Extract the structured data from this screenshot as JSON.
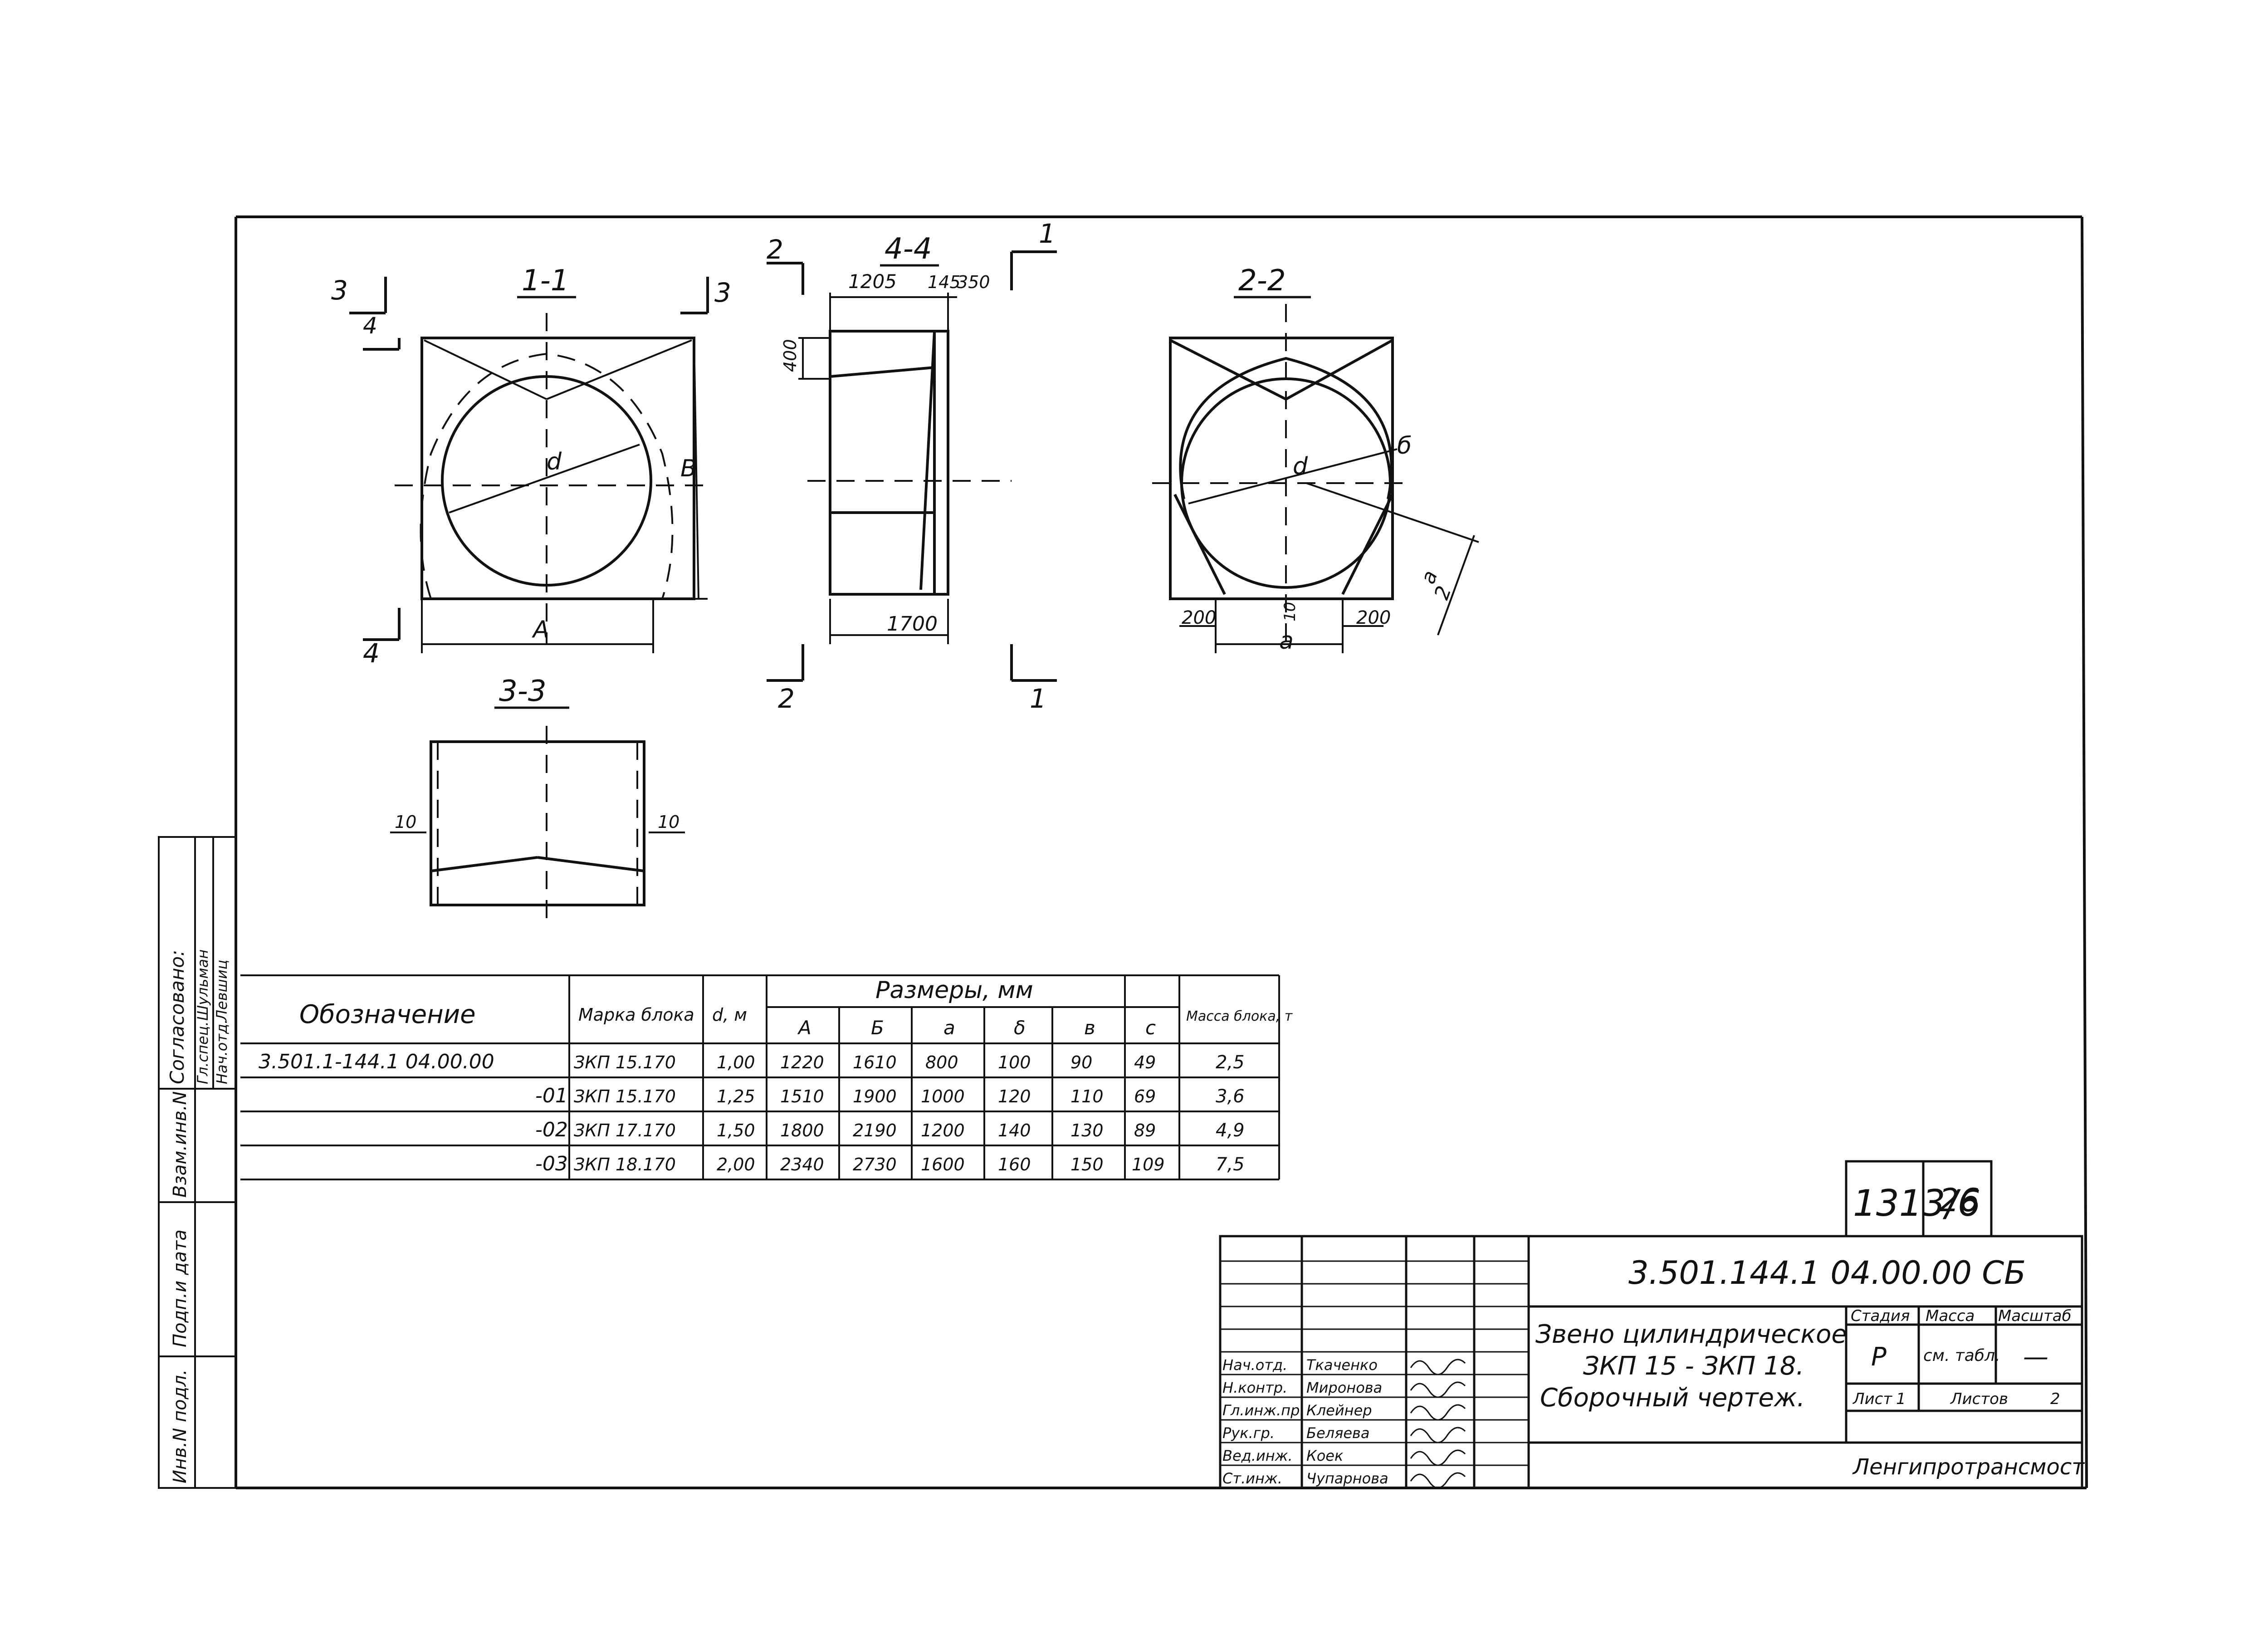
{
  "sections": {
    "s11": "1-1",
    "s44": "4-4",
    "s22": "2-2",
    "s33": "3-3"
  },
  "cut_marks": {
    "c3a": "3",
    "c3b": "3",
    "c4a": "4",
    "c4b": "4",
    "c2a": "2",
    "c2b": "2",
    "c1a": "1",
    "c1b": "1"
  },
  "dims": {
    "d_letter_1": "d",
    "A_letter": "A",
    "B_letter": "B",
    "d1205": "1205",
    "d145": "145",
    "d350": "350",
    "d400": "400",
    "d1700": "1700",
    "d_letter_2": "d",
    "delta_letter": "б",
    "a_letter": "a",
    "a_half": "a",
    "two": "2",
    "d10": "10",
    "d200a": "200",
    "d200b": "200",
    "c10a": "10",
    "c10b": "10"
  },
  "spec_table": {
    "headers": {
      "designation": "Обозначение",
      "mark": "Марка блока",
      "d": "d, м",
      "dims_group": "Размеры, мм",
      "A": "А",
      "B": "Б",
      "a": "a",
      "delta": "δ",
      "v": "в",
      "c": "с",
      "mass": "Масса блока, т"
    },
    "rows": [
      {
        "designation": "3.501.1-144.1  04.00.00",
        "mark": "ЗКП 15.170",
        "d": "1,00",
        "A": "1220",
        "B": "1610",
        "a": "800",
        "delta": "100",
        "v": "90",
        "c": "49",
        "mass": "2,5"
      },
      {
        "designation": "-01",
        "mark": "ЗКП 15.170",
        "d": "1,25",
        "A": "1510",
        "B": "1900",
        "a": "1000",
        "delta": "120",
        "v": "110",
        "c": "69",
        "mass": "3,6"
      },
      {
        "designation": "-02",
        "mark": "ЗКП 17.170",
        "d": "1,50",
        "A": "1800",
        "B": "2190",
        "a": "1200",
        "delta": "140",
        "v": "130",
        "c": "89",
        "mass": "4,9"
      },
      {
        "designation": "-03",
        "mark": "ЗКП 18.170",
        "d": "2,00",
        "A": "2340",
        "B": "2730",
        "a": "1600",
        "delta": "160",
        "v": "150",
        "c": "109",
        "mass": "7,5"
      }
    ]
  },
  "side_stamp": {
    "agreed": "Согласовано:",
    "role1": "Гл.спец.",
    "name1": "Шульман",
    "role2": "Нач.отд.",
    "name2": "Левшиц",
    "replaced": "Взам.инв.N",
    "sign_date": "Подп.и дата",
    "inv_no": "Инв.N подл."
  },
  "title_block": {
    "album_code": "1313/6",
    "page_no": "26",
    "doc_code": "3.501.144.1  04.00.00 СБ",
    "title_line1": "Звено цилиндрическое",
    "title_line2": "ЗКП 15 - ЗКП 18.",
    "title_line3": "Сборочный чертеж.",
    "stage_label": "Стадия",
    "mass_label": "Масса",
    "scale_label": "Масштаб",
    "stage": "Р",
    "mass": "см. табл.",
    "scale": "—",
    "sheet_label": "Лист",
    "sheet": "1",
    "sheets_label": "Листов",
    "sheets": "2",
    "org": "Ленгипротрансмост",
    "signers": [
      {
        "role": "Нач.отд.",
        "name": "Ткаченко"
      },
      {
        "role": "Н.контр.",
        "name": "Миронова"
      },
      {
        "role": "Гл.инж.пр.",
        "name": "Клейнер"
      },
      {
        "role": "Рук.гр.",
        "name": "Беляева"
      },
      {
        "role": "Вед.инж.",
        "name": "Коек"
      },
      {
        "role": "Ст.инж.",
        "name": "Чупарнова"
      }
    ]
  }
}
